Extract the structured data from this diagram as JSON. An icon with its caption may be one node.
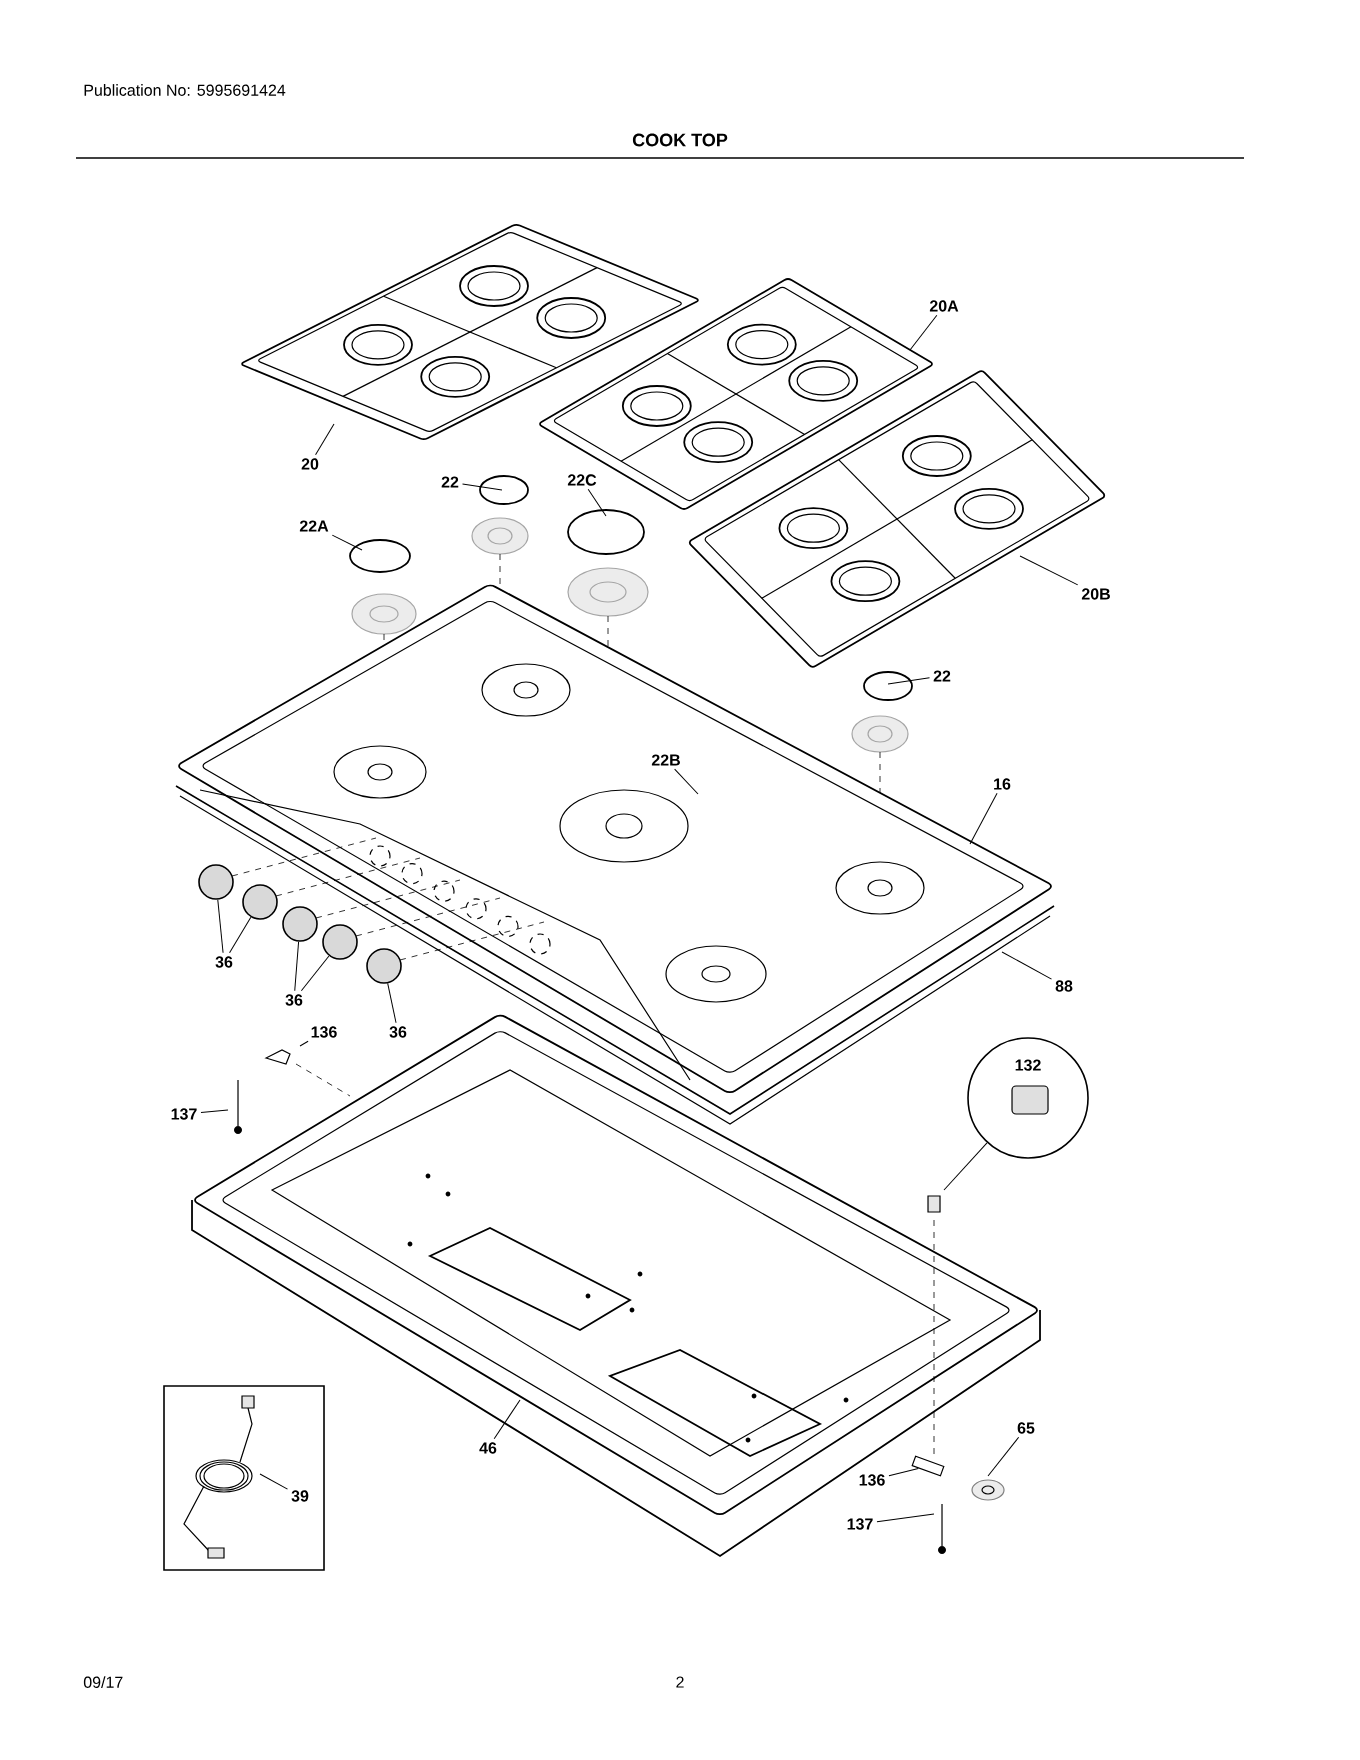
{
  "diagram": {
    "title": "COOK TOP",
    "nodes": [
      {
        "text": [
          "20"
        ]
      },
      {
        "text": [
          "20A"
        ]
      },
      {
        "text": [
          "22"
        ]
      },
      {
        "text": [
          "22C"
        ]
      },
      {
        "text": [
          "22A"
        ]
      },
      {
        "text": [
          "20B"
        ]
      },
      {
        "text": [
          "22"
        ]
      },
      {
        "text": [
          "22B"
        ]
      },
      {
        "text": [
          "16"
        ]
      },
      {
        "text": [
          "36"
        ]
      },
      {
        "text": [
          "36"
        ]
      },
      {
        "text": [
          "36"
        ]
      },
      {
        "text": [
          "88"
        ]
      },
      {
        "text": [
          "136"
        ]
      },
      {
        "text": [
          "137"
        ]
      },
      {
        "text": [
          "132"
        ]
      },
      {
        "text": [
          "46"
        ]
      },
      {
        "text": [],
        "shape": "picture"
      },
      {
        "text": [
          "39"
        ],
        "in": 17
      },
      {
        "text": [
          "65"
        ]
      },
      {
        "text": [
          "136"
        ]
      },
      {
        "text": [
          "137"
        ]
      },
      {
        "text": [],
        "shape": "circle"
      },
      {
        "text": [],
        "shape": "circle"
      },
      {
        "text": [],
        "shape": "circle"
      },
      {
        "text": [],
        "shape": "circle"
      },
      {
        "text": [],
        "shape": "circle"
      },
      {
        "text": [],
        "shape": "box"
      }
    ],
    "edges": [
      {
        "from": 0,
        "to": null,
        "arrow": "none"
      },
      {
        "from": 1,
        "to": null,
        "arrow": "none"
      },
      {
        "from": 2,
        "to": null,
        "arrow": "none"
      },
      {
        "from": 3,
        "to": null,
        "arrow": "none"
      },
      {
        "from": 4,
        "to": null,
        "arrow": "none"
      },
      {
        "from": 5,
        "to": null,
        "arrow": "none"
      },
      {
        "from": 6,
        "to": null,
        "arrow": "none"
      },
      {
        "from": 7,
        "to": null,
        "arrow": "none"
      },
      {
        "from": 8,
        "to": null,
        "arrow": "none"
      },
      {
        "from": 9,
        "to": 22,
        "arrow": "none"
      },
      {
        "from": 9,
        "to": 23,
        "arrow": "none"
      },
      {
        "from": 10,
        "to": 24,
        "arrow": "none"
      },
      {
        "from": 10,
        "to": 25,
        "arrow": "none"
      },
      {
        "from": 11,
        "to": 26,
        "arrow": "none"
      },
      {
        "from": 12,
        "to": null,
        "arrow": "none"
      },
      {
        "from": 13,
        "to": null,
        "arrow": "none"
      },
      {
        "from": 14,
        "to": null,
        "arrow": "none"
      },
      {
        "from": 15,
        "to": null,
        "arrow": "none"
      },
      {
        "from": 16,
        "to": null,
        "arrow": "none"
      },
      {
        "from": 18,
        "to": null,
        "arrow": "none"
      },
      {
        "from": 19,
        "to": null,
        "arrow": "none"
      },
      {
        "from": 20,
        "to": 27,
        "arrow": "none"
      },
      {
        "from": 21,
        "to": null,
        "arrow": "none"
      }
    ],
    "labels": [
      "Publication No: 5995691424",
      "09/17",
      "2"
    ]
  }
}
